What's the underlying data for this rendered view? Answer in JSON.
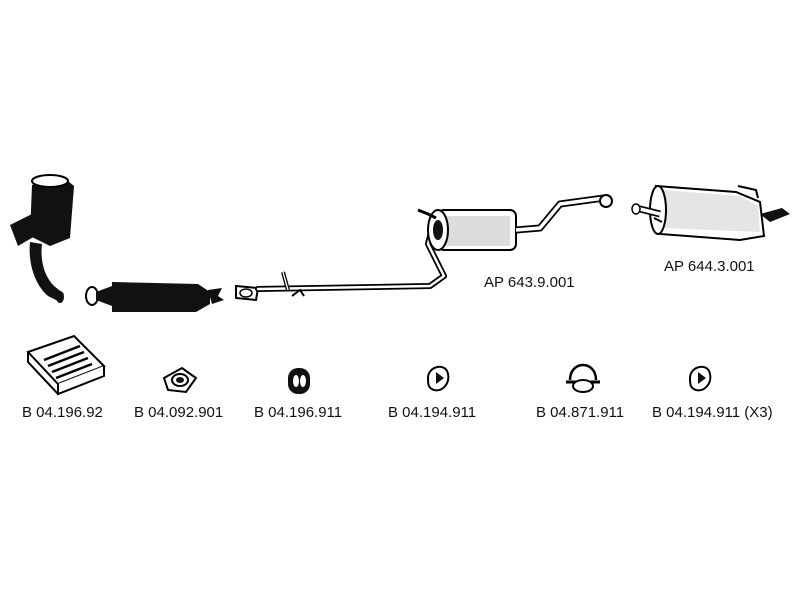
{
  "assemblies": [
    {
      "part_number": "AP 643.9.001"
    },
    {
      "part_number": "AP 644.3.001"
    }
  ],
  "fittings": [
    {
      "part_number": "B 04.196.92"
    },
    {
      "part_number": "B 04.092.901"
    },
    {
      "part_number": "B 04.196.911"
    },
    {
      "part_number": "B 04.194.911"
    },
    {
      "part_number": "B 04.871.911"
    },
    {
      "part_number": "B 04.194.911 (X3)"
    }
  ],
  "colors": {
    "line": "#000000",
    "fill_dark": "#111111",
    "fill_light": "#ffffff"
  }
}
